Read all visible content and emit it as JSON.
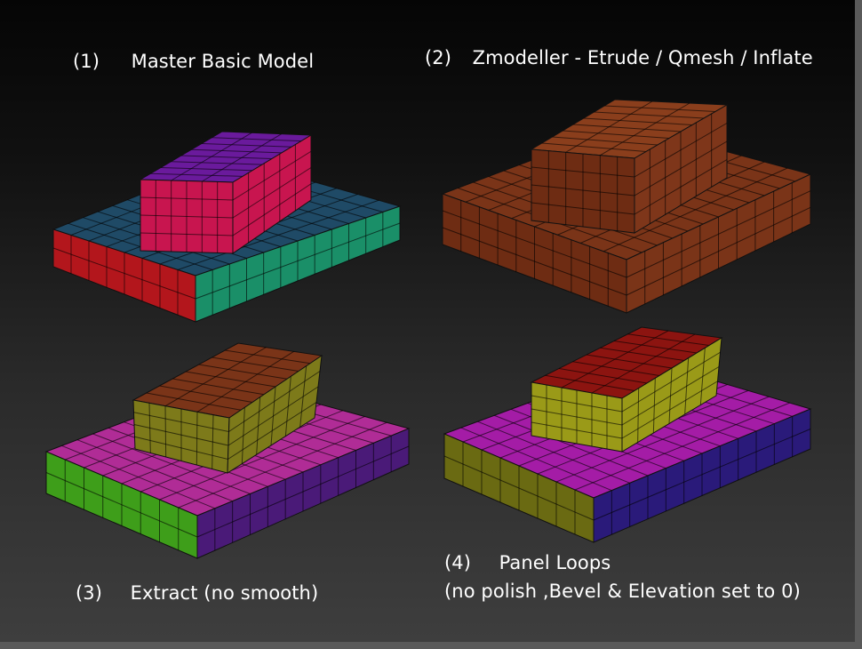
{
  "panels": [
    {
      "num": "(1)",
      "title": "Master Basic Model"
    },
    {
      "num": "(2)",
      "title": "Zmodeller - Etrude / Qmesh / Inflate"
    },
    {
      "num": "(3)",
      "title": "Extract (no smooth)"
    },
    {
      "num": "(4)",
      "title": "Panel Loops",
      "subtitle": "(no polish ,Bevel & Elevation set to 0)"
    }
  ],
  "colors": {
    "blue_top": "#1f4a66",
    "red_side": "#b3161c",
    "teal_side": "#1a8f68",
    "magenta_box": "#c8154f",
    "purple_top": "#6a1a9c",
    "brown": "#7a3418",
    "olive": "#7d7a1a",
    "pink": "#b02c96",
    "green": "#3e9e1a",
    "violet": "#4a1a78",
    "maroon": "#8c1410",
    "yellow_olive": "#9a9a18",
    "magenta4": "#a41ca6",
    "navy4": "#2a1a7a"
  }
}
